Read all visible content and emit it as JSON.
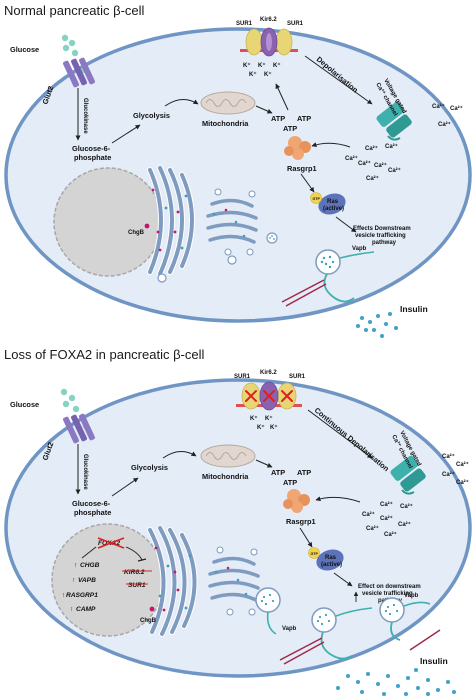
{
  "panel_top": {
    "title": "Normal pancreatic β-cell",
    "glucose": "Glucose",
    "glut2": "Glut2",
    "glucokinase": "Glucokinase",
    "g6p_line1": "Glucose-6-",
    "g6p_line2": "phosphate",
    "glycolysis": "Glycolysis",
    "mitochondria": "Mitochondria",
    "atp": "ATP",
    "sur1": "SUR1",
    "kir": "Kir6.2",
    "k_ion": "K⁺",
    "depolarisation": "Depolarisation",
    "vgcc_line1": "Voltage gated",
    "vgcc_line2": "Ca²⁺ channel",
    "ca_ion": "Ca²⁺",
    "rasgrp1": "Rasgrp1",
    "gtp": "GTP",
    "ras_line1": "Ras",
    "ras_line2": "(active)",
    "effects_line1": "Effects Downstream",
    "effects_line2": "vesicle trafficking",
    "effects_line3": "pathway",
    "chgb": "ChgB",
    "vapb": "Vapb",
    "insulin": "Insulin"
  },
  "panel_bottom": {
    "title": "Loss of FOXA2 in pancreatic β-cell",
    "glucose": "Glucose",
    "glut2": "Glut2",
    "glucokinase": "Glucokinase",
    "g6p_line1": "Glucose-6-",
    "g6p_line2": "phosphate",
    "glycolysis": "Glycolysis",
    "mitochondria": "Mitochondria",
    "atp": "ATP",
    "sur1": "SUR1",
    "kir": "Kir6.2",
    "k_ion": "K⁺",
    "depolarisation": "Continuous Depolarisation",
    "vgcc_line1": "Voltage gated",
    "vgcc_line2": "Ca²⁺ channel",
    "ca_ion": "Ca²⁺",
    "rasgrp1": "Rasgrp1",
    "gtp": "GTP",
    "ras_line1": "Ras",
    "ras_line2": "(active)",
    "effects_line1": "Effect on downstream",
    "effects_line2": "vesicle trafficking",
    "effects_line3": "pathway",
    "foxa2": "FOXA2",
    "chgb_gene": "CHGB",
    "vapb_gene": "VAPB",
    "rasgrp1_gene": "RASGRP1",
    "camp_gene": "CAMP",
    "kir_gene": "KIR6.2",
    "sur1_gene": "SUR1",
    "chgb": "ChgB",
    "vapb": "Vapb",
    "insulin": "Insulin"
  },
  "colors": {
    "membrane": "#6f95c4",
    "cytoplasm": "#e3ecf7",
    "nucleus": "#d4d4d4",
    "glucose": "#86d3c4",
    "glut2": "#8b78c2",
    "sur1": "#e8d675",
    "kir": "#8a62b0",
    "mitochondria": "#e1d7d0",
    "rasgrp1": "#f0a673",
    "ras": "#5c73ba",
    "gtp": "#f2d24e",
    "ca_channel": "#3fb1ad",
    "vesicle_dot": "#3e9ec0",
    "er_dot": "#c2186b",
    "cross": "#e02020",
    "insulin": "#3fa2c8"
  }
}
